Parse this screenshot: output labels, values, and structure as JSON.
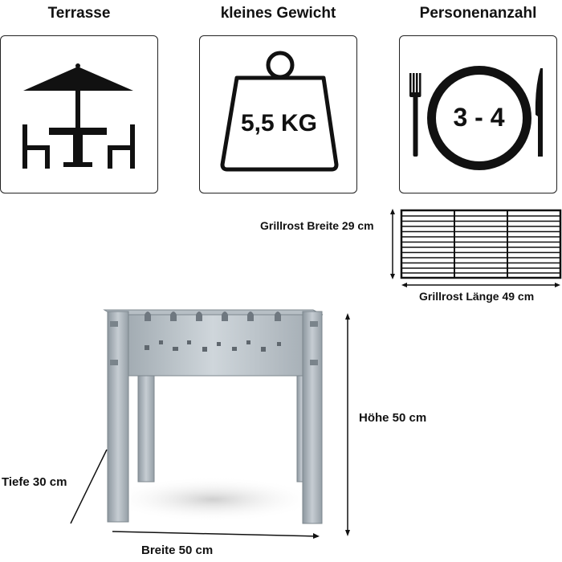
{
  "features": [
    {
      "title": "Terrasse",
      "icon": "patio-table-umbrella-icon"
    },
    {
      "title": "kleines Gewicht",
      "icon": "weight-icon",
      "value": "5,5 KG"
    },
    {
      "title": "Personenanzahl",
      "icon": "plate-cutlery-icon",
      "value": "3 - 4"
    }
  ],
  "grate": {
    "width_label": "Grillrost Breite 29 cm",
    "length_label": "Grillrost Länge 49 cm"
  },
  "grill": {
    "height_label": "Höhe 50 cm",
    "depth_label": "Tiefe 30 cm",
    "width_label": "Breite 50 cm"
  },
  "colors": {
    "icon": "#111111",
    "steel_light": "#c4ccd2",
    "steel_dark": "#8c969e"
  }
}
